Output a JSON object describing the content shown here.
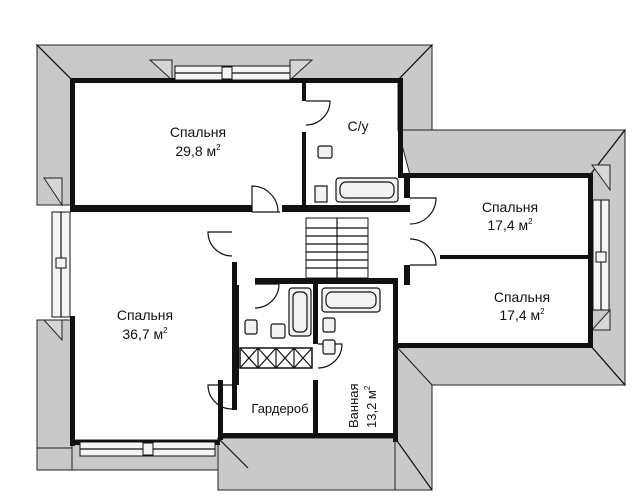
{
  "rooms": {
    "bedroom_nw": {
      "name": "Спальня",
      "area": "29,8 м",
      "unit_sup": "2"
    },
    "wc": {
      "name": "С/у"
    },
    "bedroom_e1": {
      "name": "Спальня",
      "area": "17,4 м",
      "unit_sup": "2"
    },
    "bedroom_e2": {
      "name": "Спальня",
      "area": "17,4 м",
      "unit_sup": "2"
    },
    "bedroom_w": {
      "name": "Спальня",
      "area": "36,7 м",
      "unit_sup": "2"
    },
    "wardrobe": {
      "name": "Гардероб"
    },
    "bathroom": {
      "name": "Ванная",
      "area": "13,2 м",
      "unit_sup": "2"
    }
  },
  "colors": {
    "roof": "#c9c9c9",
    "wall": "#111111",
    "background": "#ffffff"
  }
}
